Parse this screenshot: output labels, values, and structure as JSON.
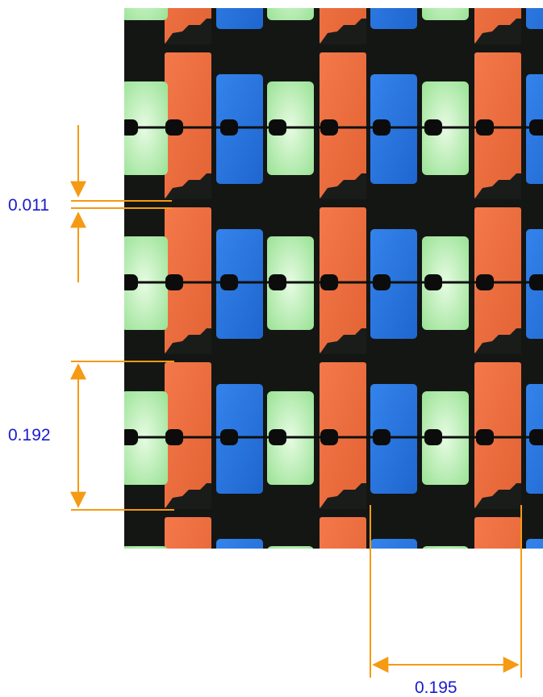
{
  "figure": {
    "subject": "display subpixel matrix micrograph",
    "background": "#ffffff",
    "subpixel_colors": {
      "red": "#f0703d",
      "green": "#c6f2bc",
      "blue": "#2d79e0",
      "black_matrix": "#141614"
    },
    "annotation_color": "#f59a12",
    "label_color": "#1a1ad0"
  },
  "dimensions": [
    {
      "id": "gap",
      "label": "0.011",
      "orientation": "vertical"
    },
    {
      "id": "row-pitch",
      "label": "0.192",
      "orientation": "vertical"
    },
    {
      "id": "column-pitch",
      "label": "0.195",
      "orientation": "horizontal"
    }
  ]
}
